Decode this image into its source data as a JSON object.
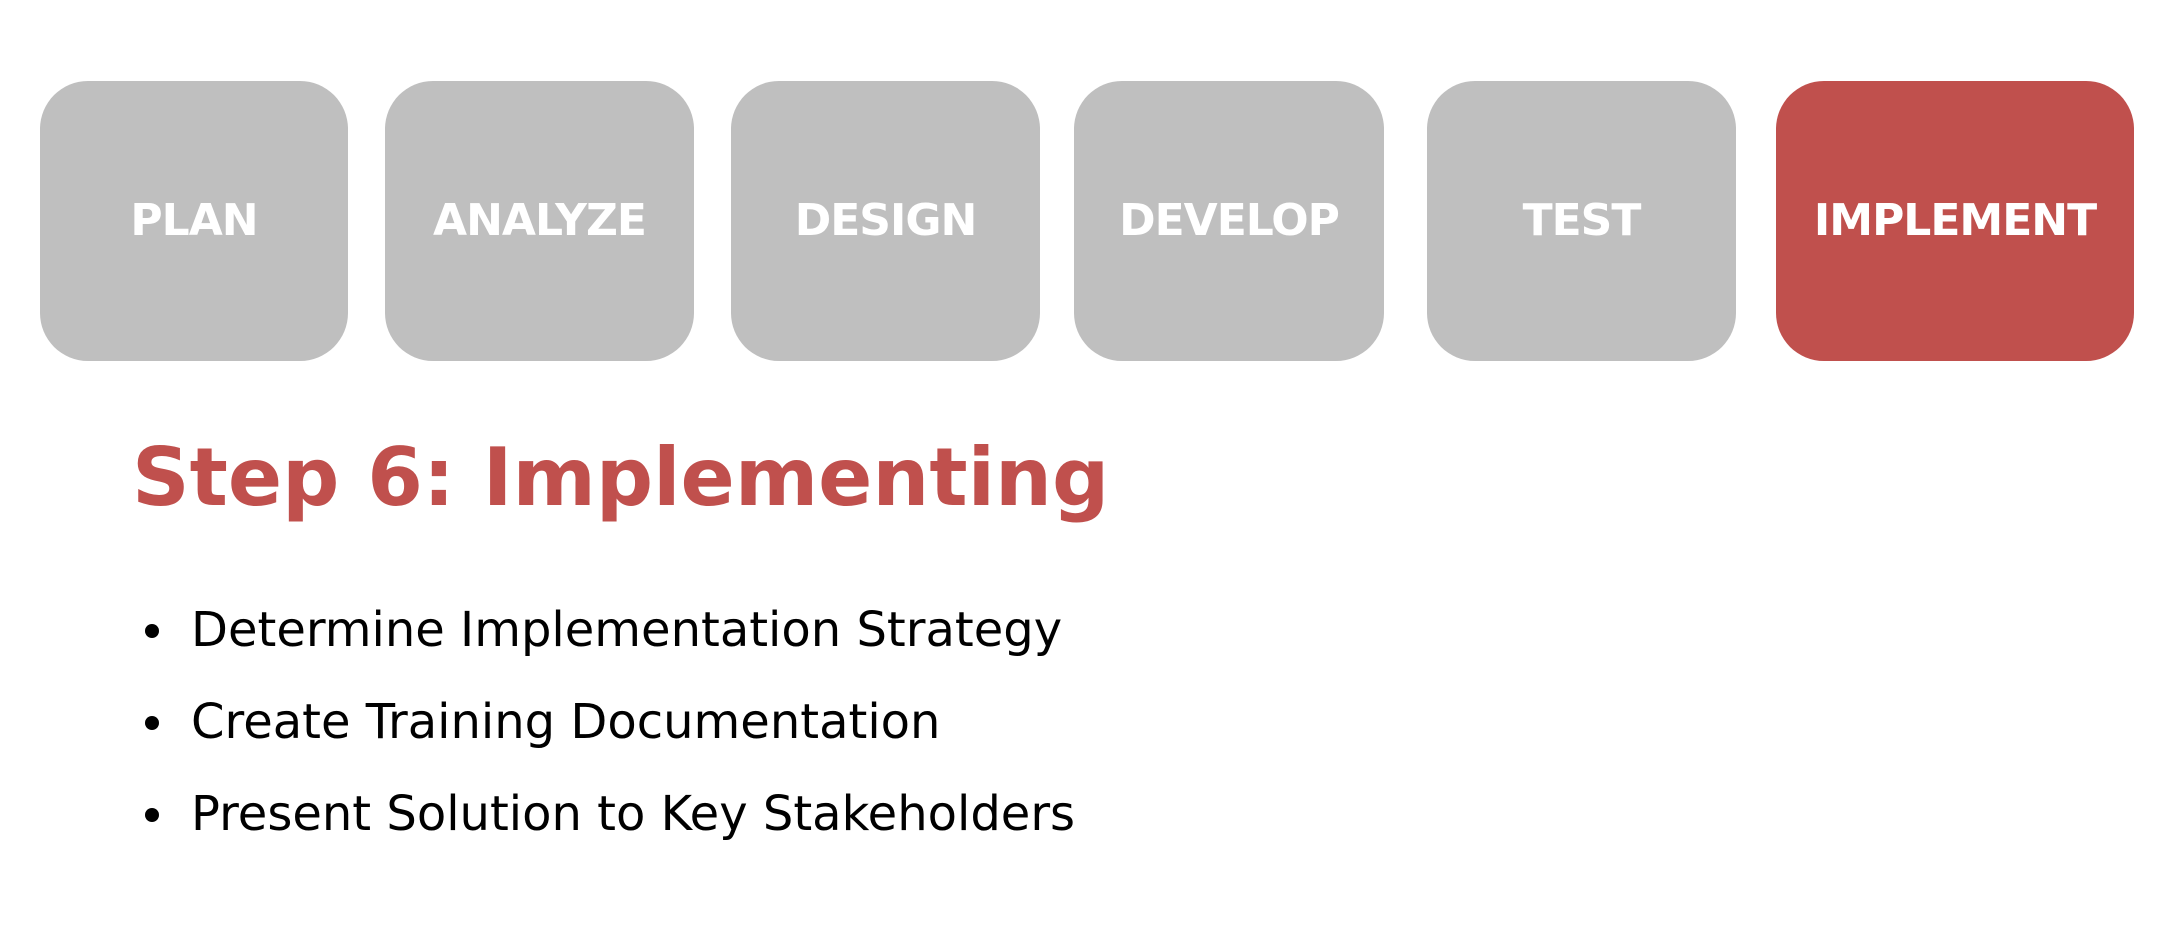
{
  "colors": {
    "inactive": "#bfbfbf",
    "active": "#c0504d",
    "text_light": "#ffffff",
    "text_dark": "#000000",
    "title": "#c0504d"
  },
  "steps": [
    {
      "label": "PLAN",
      "active": false
    },
    {
      "label": "ANALYZE",
      "active": false
    },
    {
      "label": "DESIGN",
      "active": false
    },
    {
      "label": "DEVELOP",
      "active": false
    },
    {
      "label": "TEST",
      "active": false
    },
    {
      "label": "IMPLEMENT",
      "active": true
    }
  ],
  "title": "Step 6: Implementing",
  "bullets": [
    "Determine Implementation Strategy",
    "Create Training Documentation",
    "Present Solution to Key Stakeholders"
  ]
}
